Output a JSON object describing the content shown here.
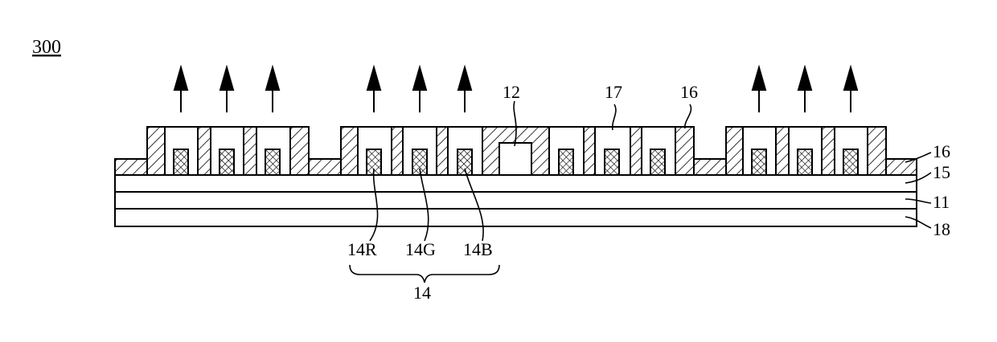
{
  "figure_number": "300",
  "labels": {
    "emitter_group": "14",
    "emitter_red": "14R",
    "emitter_green": "14G",
    "emitter_blue": "14B",
    "component_12": "12",
    "component_17": "17",
    "wall_16_top": "16",
    "wall_16_right": "16",
    "layer_15": "15",
    "layer_11": "11",
    "layer_18": "18"
  },
  "colors": {
    "ink": "#000000",
    "paper": "#ffffff"
  },
  "patterns": {
    "wall_fill": "diagonal-hatch",
    "emitter_fill": "cross-hatch"
  }
}
